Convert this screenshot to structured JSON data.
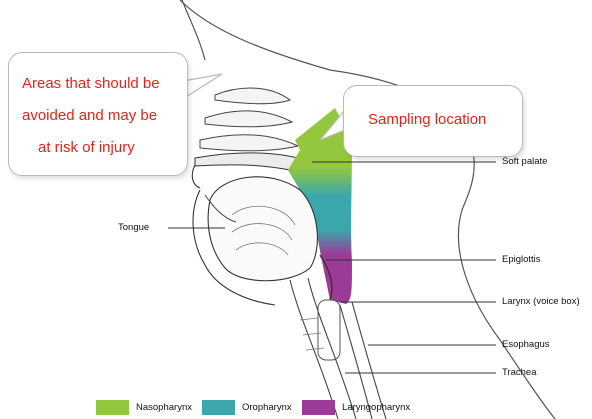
{
  "callouts": {
    "avoid": {
      "lines": [
        "Areas that should be",
        "avoided and may be",
        "at risk of injury"
      ]
    },
    "sampling": {
      "text": "Sampling location"
    }
  },
  "labels": {
    "soft_palate": "Soft palate",
    "tongue": "Tongue",
    "epiglottis": "Epiglottis",
    "larynx": "Larynx (voice box)",
    "esophagus": "Esophagus",
    "trachea": "Trachea"
  },
  "legend": [
    {
      "label": "Nasopharynx",
      "color": "#93c83e"
    },
    {
      "label": "Oropharynx",
      "color": "#3aa7ac"
    },
    {
      "label": "Laryngopharynx",
      "color": "#9b3b97"
    }
  ],
  "colors": {
    "callout_text": "#e3241b",
    "outline": "#333333"
  }
}
